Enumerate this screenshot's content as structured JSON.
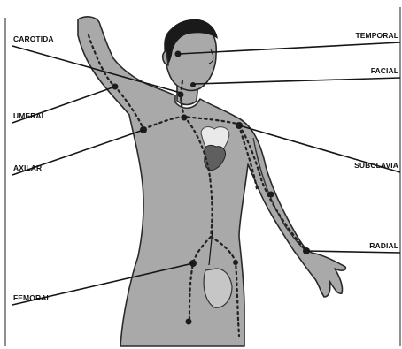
{
  "labels": {
    "carotida": "CAROTIDA",
    "temporal": "TEMPORAL",
    "facial": "FACIAL",
    "umeral": "UMERAL",
    "axilar": "AXILAR",
    "subclavia": "SUBCLAVIA",
    "radial": "RADIAL",
    "femoral": "FEMORAL"
  }
}
